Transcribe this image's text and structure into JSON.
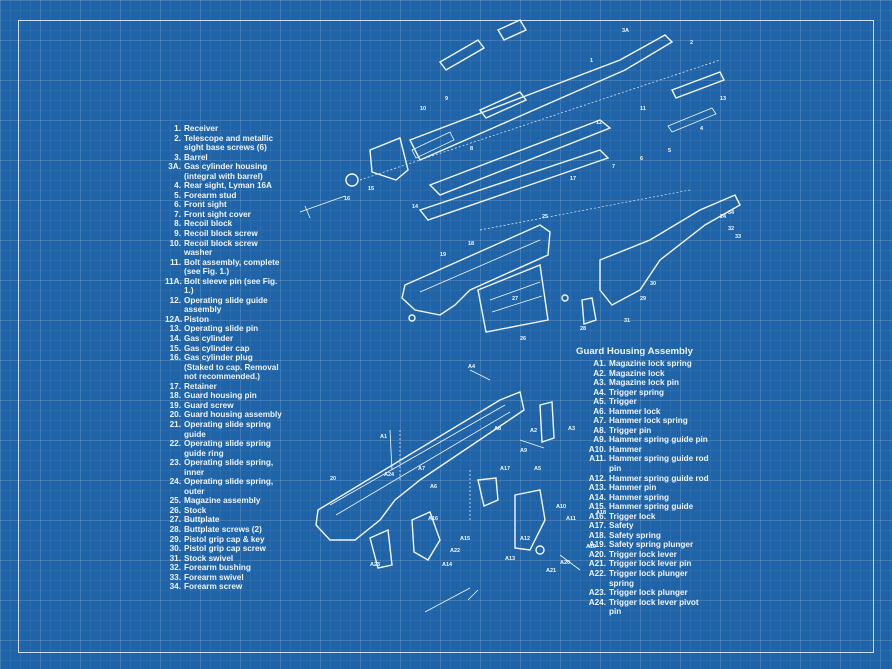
{
  "parts_list": [
    {
      "num": "1.",
      "text": "Receiver"
    },
    {
      "num": "2.",
      "text": "Telescope and metallic sight base screws (6)"
    },
    {
      "num": "3.",
      "text": "Barrel"
    },
    {
      "num": "3A.",
      "text": "Gas cylinder housing (integral with barrel)"
    },
    {
      "num": "4.",
      "text": "Rear sight, Lyman 16A"
    },
    {
      "num": "5.",
      "text": "Forearm stud"
    },
    {
      "num": "6.",
      "text": "Front sight"
    },
    {
      "num": "7.",
      "text": "Front sight cover"
    },
    {
      "num": "8.",
      "text": "Recoil block"
    },
    {
      "num": "9.",
      "text": "Recoil block screw"
    },
    {
      "num": "10.",
      "text": "Recoil block screw washer"
    },
    {
      "num": "11.",
      "text": "Bolt assembly, complete (see Fig. 1.)"
    },
    {
      "num": "11A.",
      "text": "Bolt sleeve pin (see Fig. 1.)"
    },
    {
      "num": "12.",
      "text": "Operating slide guide assembly"
    },
    {
      "num": "12A.",
      "text": "Piston"
    },
    {
      "num": "13.",
      "text": "Operating slide pin"
    },
    {
      "num": "14.",
      "text": "Gas cylinder"
    },
    {
      "num": "15.",
      "text": "Gas cylinder cap"
    },
    {
      "num": "16.",
      "text": "Gas cylinder plug (Staked to cap. Removal not recommended.)"
    },
    {
      "num": "17.",
      "text": "Retainer"
    },
    {
      "num": "18.",
      "text": "Guard housing pin"
    },
    {
      "num": "19.",
      "text": "Guard screw"
    },
    {
      "num": "20.",
      "text": "Guard housing assembly"
    },
    {
      "num": "21.",
      "text": "Operating slide spring guide"
    },
    {
      "num": "22.",
      "text": "Operating slide spring guide ring"
    },
    {
      "num": "23.",
      "text": "Operating slide spring, inner"
    },
    {
      "num": "24.",
      "text": "Operating slide spring, outer"
    },
    {
      "num": "25.",
      "text": "Magazine assembly"
    },
    {
      "num": "26.",
      "text": "Stock"
    },
    {
      "num": "27.",
      "text": "Buttplate"
    },
    {
      "num": "28.",
      "text": "Buttplate screws (2)"
    },
    {
      "num": "29.",
      "text": "Pistol grip cap & key"
    },
    {
      "num": "30.",
      "text": "Pistol grip cap screw"
    },
    {
      "num": "31.",
      "text": "Stock swivel"
    },
    {
      "num": "32.",
      "text": "Forearm bushing"
    },
    {
      "num": "33.",
      "text": "Forearm swivel"
    },
    {
      "num": "34.",
      "text": "Forearm screw"
    }
  ],
  "guard_housing": {
    "title": "Guard Housing Assembly",
    "items": [
      {
        "num": "A1.",
        "text": "Magazine lock spring"
      },
      {
        "num": "A2.",
        "text": "Magazine lock"
      },
      {
        "num": "A3.",
        "text": "Magazine lock pin"
      },
      {
        "num": "A4.",
        "text": "Trigger spring"
      },
      {
        "num": "A5.",
        "text": "Trigger"
      },
      {
        "num": "A6.",
        "text": "Hammer lock"
      },
      {
        "num": "A7.",
        "text": "Hammer lock spring"
      },
      {
        "num": "A8.",
        "text": "Trigger pin"
      },
      {
        "num": "A9.",
        "text": "Hammer spring guide pin"
      },
      {
        "num": "A10.",
        "text": "Hammer"
      },
      {
        "num": "A11.",
        "text": "Hammer spring guide rod pin"
      },
      {
        "num": "A12.",
        "text": "Hammer spring guide rod"
      },
      {
        "num": "A13.",
        "text": "Hammer pin"
      },
      {
        "num": "A14.",
        "text": "Hammer spring"
      },
      {
        "num": "A15.",
        "text": "Hammer spring guide"
      },
      {
        "num": "A16.",
        "text": "Trigger lock"
      },
      {
        "num": "A17.",
        "text": "Safety"
      },
      {
        "num": "A18.",
        "text": "Safety spring"
      },
      {
        "num": "A19.",
        "text": "Safety spring plunger"
      },
      {
        "num": "A20.",
        "text": "Trigger lock lever"
      },
      {
        "num": "A21.",
        "text": "Trigger lock lever pin"
      },
      {
        "num": "A22.",
        "text": "Trigger lock plunger spring"
      },
      {
        "num": "A23.",
        "text": "Trigger lock plunger"
      },
      {
        "num": "A24.",
        "text": "Trigger lock lever pivot pin"
      }
    ]
  },
  "callouts": {
    "upper": [
      "3A",
      "1",
      "2",
      "4",
      "5",
      "6",
      "7",
      "8",
      "9",
      "10",
      "11",
      "12",
      "13",
      "14",
      "15",
      "16",
      "17",
      "18",
      "19",
      "24",
      "25",
      "26",
      "27",
      "28",
      "29",
      "30",
      "31",
      "32",
      "33",
      "34"
    ],
    "lower": [
      "A1",
      "A2",
      "A3",
      "A4",
      "A5",
      "A6",
      "A7",
      "A8",
      "A9",
      "A10",
      "A11",
      "A12",
      "A13",
      "A14",
      "A15",
      "A16",
      "A17",
      "A18",
      "A19",
      "A20",
      "A21",
      "A22",
      "A23",
      "A24",
      "20"
    ]
  },
  "colors": {
    "background": "#1f63a8",
    "line": "#f3f8ff"
  }
}
